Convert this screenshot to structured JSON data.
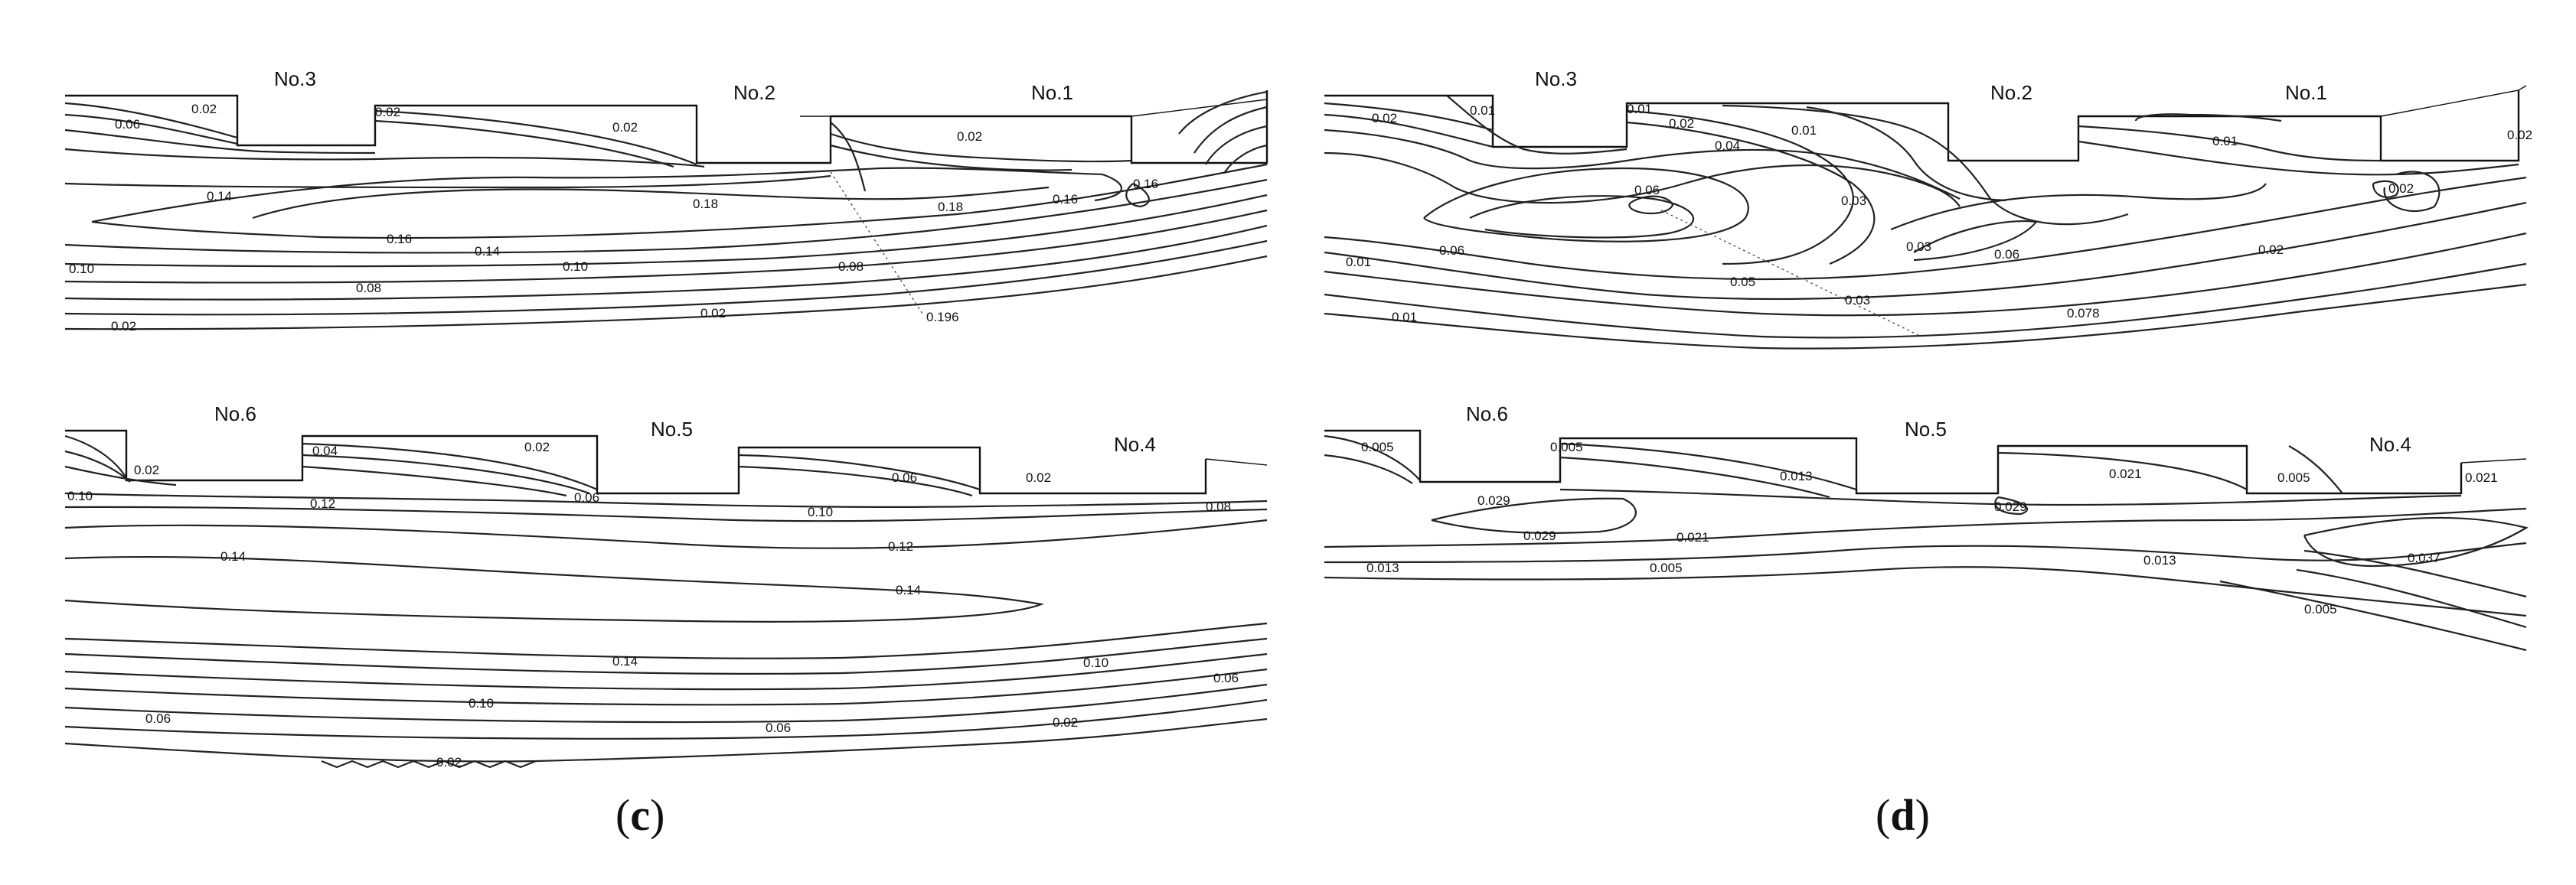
{
  "captions": {
    "c": "c",
    "d": "d"
  },
  "panels": {
    "c_top": {
      "sites": [
        "No.3",
        "No.2",
        "No.1"
      ],
      "labels": [
        "0.02",
        "0.06",
        "0.02",
        "0.02",
        "0.02",
        "0.16",
        "0.14",
        "0.18",
        "0.18",
        "0.16",
        "0.16",
        "0.14",
        "0.10",
        "0.10",
        "0.08",
        "0.08",
        "0.02",
        "0.02",
        "0.196"
      ]
    },
    "c_bottom": {
      "sites": [
        "No.6",
        "No.5",
        "No.4"
      ],
      "labels": [
        "0.02",
        "0.04",
        "0.02",
        "0.06",
        "0.06",
        "0.02",
        "0.08",
        "0.10",
        "0.12",
        "0.10",
        "0.12",
        "0.14",
        "0.14",
        "0.14",
        "0.10",
        "0.06",
        "0.06",
        "0.10",
        "0.06",
        "0.02",
        "0.02"
      ]
    },
    "d_top": {
      "sites": [
        "No.3",
        "No.2",
        "No.1"
      ],
      "labels": [
        "0.02",
        "0.01",
        "0.01",
        "0.02",
        "0.01",
        "0.04",
        "0.01",
        "0.02",
        "0.02",
        "0.06",
        "0.03",
        "0.06",
        "0.06",
        "0.03",
        "0.02",
        "0.05",
        "0.03",
        "0.01",
        "0.01",
        "0.078"
      ]
    },
    "d_bottom": {
      "sites": [
        "No.6",
        "No.5",
        "No.4"
      ],
      "labels": [
        "0.005",
        "0.005",
        "0.013",
        "0.021",
        "0.005",
        "0.021",
        "0.029",
        "0.029",
        "0.029",
        "0.021",
        "0.013",
        "0.005",
        "0.013",
        "0.037",
        "0.005"
      ]
    }
  }
}
